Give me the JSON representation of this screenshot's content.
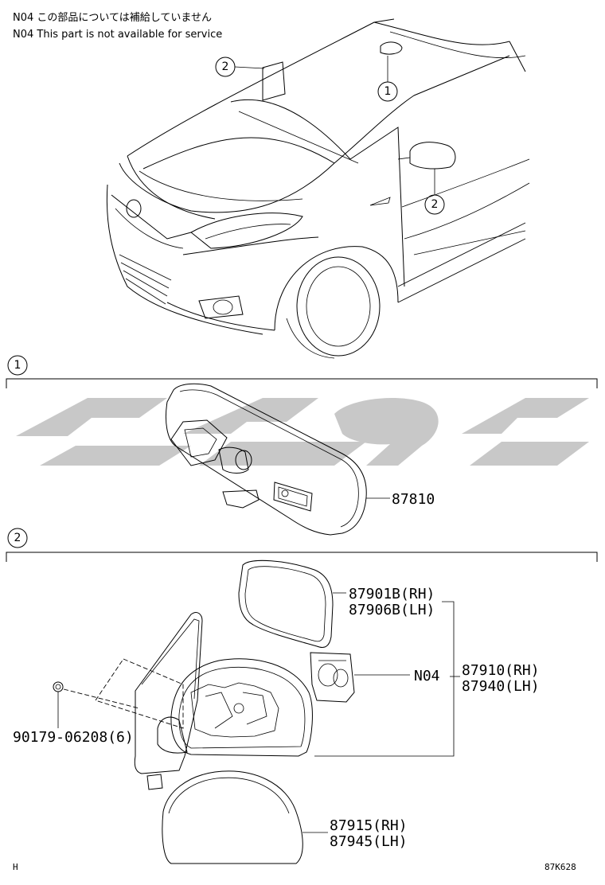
{
  "notes": {
    "line_jp": "N04 この部品については補給していません",
    "line_en": "N04 This part is not available for service"
  },
  "callouts": {
    "one": "1",
    "two": "2"
  },
  "sections": {
    "one_marker": "1",
    "two_marker": "2"
  },
  "parts": {
    "inner_mirror": "87810",
    "mirror_glass_rh": "87901B(RH)",
    "mirror_glass_lh": "87906B(LH)",
    "no_service_code": "N04",
    "mirror_assy_rh": "87910(RH)",
    "mirror_assy_lh": "87940(LH)",
    "screw": "90179-06208(6)",
    "cover_rh": "87915(RH)",
    "cover_lh": "87945(LH)"
  },
  "footer": {
    "left_code": "H",
    "figure_code": "87K628"
  },
  "colors": {
    "line": "#000000",
    "watermark": "#c8c8c8",
    "background": "#ffffff"
  }
}
